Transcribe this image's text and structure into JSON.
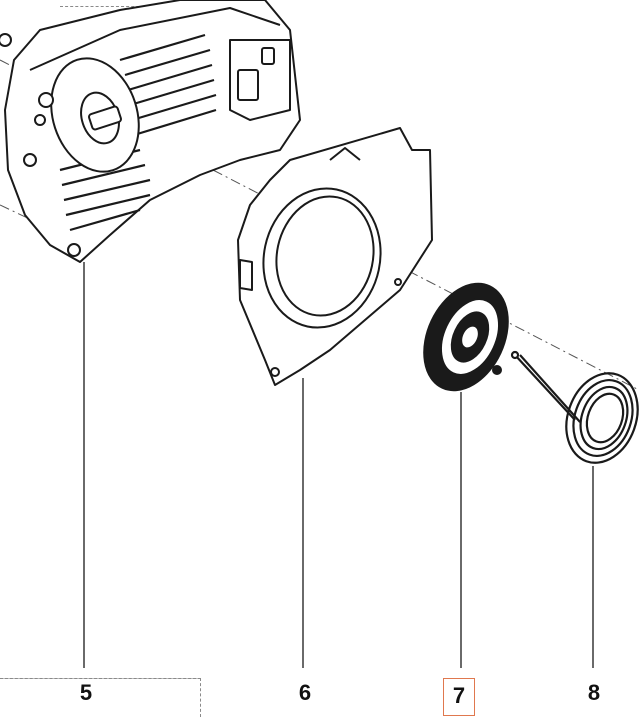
{
  "diagram": {
    "parts": [
      {
        "id": "part-5",
        "label": "5",
        "name": "housing",
        "highlighted": false
      },
      {
        "id": "part-6",
        "label": "6",
        "name": "cover-plate",
        "highlighted": false
      },
      {
        "id": "part-7",
        "label": "7",
        "name": "pulley",
        "highlighted": true
      },
      {
        "id": "part-8",
        "label": "8",
        "name": "spring",
        "highlighted": false
      }
    ],
    "colors": {
      "line": "#1a1a1a",
      "highlight": "#e0784e",
      "dashed": "#8a8a8a"
    }
  }
}
